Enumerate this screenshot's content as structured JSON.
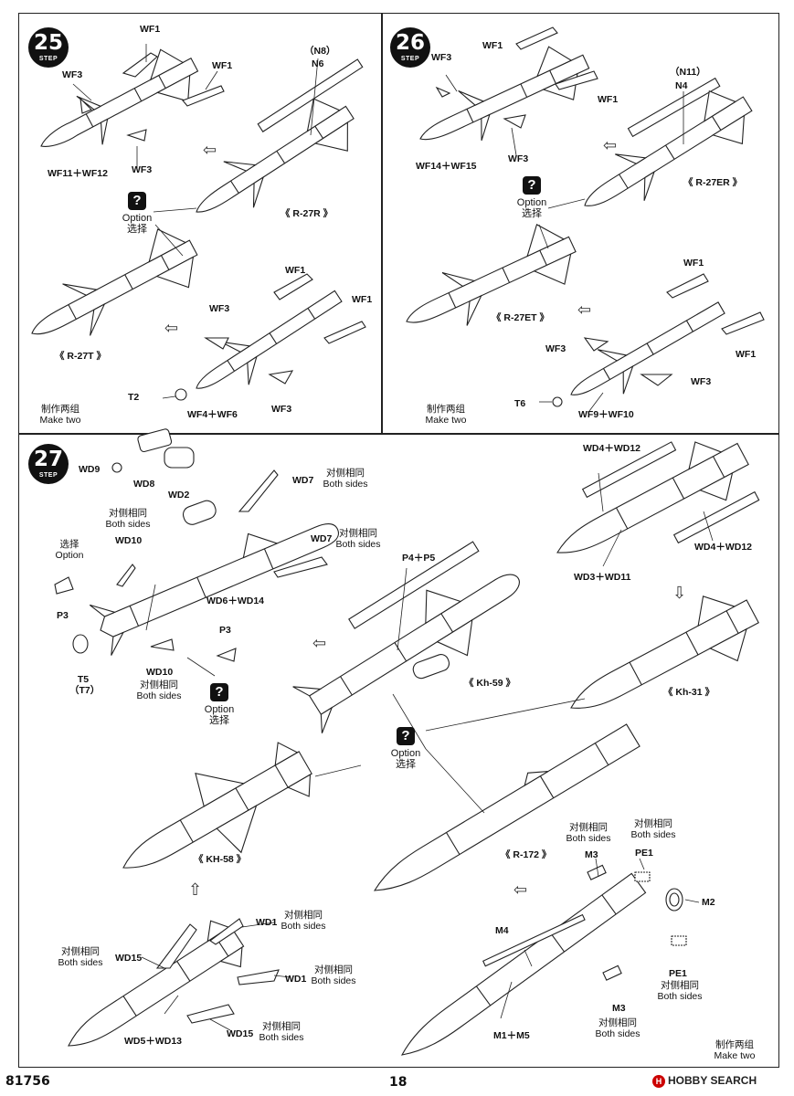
{
  "steps": {
    "s25": {
      "num": "25",
      "word": "STEP"
    },
    "s26": {
      "num": "26",
      "word": "STEP"
    },
    "s27": {
      "num": "27",
      "word": "STEP"
    }
  },
  "step25": {
    "wf1_a": "WF1",
    "wf1_b": "WF1",
    "wf3_a": "WF3",
    "wf3_b": "WF3",
    "wf11_12": "WF11＋WF12",
    "n8": "（N8）",
    "n6": "N6",
    "r27r": "《 R-27R 》",
    "option": "Option",
    "option_cn": "选择",
    "r27t": "《 R-27T 》",
    "wf1_c": "WF1",
    "wf1_d": "WF1",
    "wf3_c": "WF3",
    "wf3_d": "WF3",
    "t2": "T2",
    "wf4_6": "WF4＋WF6",
    "make_cn": "制作两组",
    "make_en": "Make two"
  },
  "step26": {
    "wf1_a": "WF1",
    "wf1_b": "WF1",
    "wf3_a": "WF3",
    "wf3_b": "WF3",
    "wf14_15": "WF14＋WF15",
    "n11": "（N11）",
    "n4": "N4",
    "r27er": "《 R-27ER 》",
    "option": "Option",
    "option_cn": "选择",
    "r27et": "《 R-27ET 》",
    "wf1_c": "WF1",
    "wf1_d": "WF1",
    "wf3_c": "WF3",
    "wf3_d": "WF3",
    "t6": "T6",
    "wf9_10": "WF9＋WF10",
    "make_cn": "制作两组",
    "make_en": "Make two"
  },
  "step27": {
    "wd9": "WD9",
    "wd8": "WD8",
    "wd2": "WD2",
    "wd7_a": "WD7",
    "wd7_b": "WD7",
    "both_cn": "对侧相同",
    "both_en": "Both sides",
    "wd10_a": "WD10",
    "wd10_b": "WD10",
    "select_cn": "选择",
    "option": "Option",
    "p3_a": "P3",
    "p3_b": "P3",
    "wd6_14": "WD6＋WD14",
    "t5": "T5",
    "t7": "（T7）",
    "p4_p5": "P4＋P5",
    "kh59": "《 Kh-59 》",
    "wd4_12_a": "WD4＋WD12",
    "wd4_12_b": "WD4＋WD12",
    "wd3_11": "WD3＋WD11",
    "kh31": "《 Kh-31 》",
    "kh58": "《 KH-58 》",
    "r172": "《 R-172 》",
    "m3_a": "M3",
    "m3_b": "M3",
    "pe1_a": "PE1",
    "pe1_b": "PE1",
    "m2": "M2",
    "m4": "M4",
    "m1_m5": "M1＋M5",
    "wd1_a": "WD1",
    "wd1_b": "WD1",
    "wd15_a": "WD15",
    "wd15_b": "WD15",
    "wd5_13": "WD5＋WD13",
    "make_cn": "制作两组",
    "make_en": "Make two"
  },
  "footer": {
    "code": "81756",
    "page": "18",
    "watermark": "HOBBY SEARCH",
    "watermark_mark": "H"
  },
  "colors": {
    "line": "#222222",
    "fill": "#ffffff",
    "badge": "#111111"
  }
}
